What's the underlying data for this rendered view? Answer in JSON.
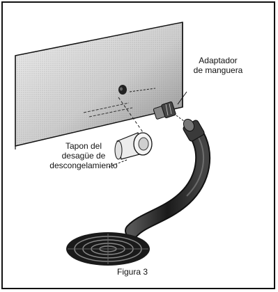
{
  "figure": {
    "adapter_label_1": "Adaptador",
    "adapter_label_2": "de manguera",
    "plug_label_1": "Tapon del",
    "plug_label_2": "desagüe de",
    "plug_label_3": "descongelamiento",
    "caption": "Figura 3"
  },
  "colors": {
    "panel_light": "#e6e6e6",
    "panel_dark": "#9a9a9a",
    "line": "#111111",
    "hose": "#2a2a2a"
  }
}
